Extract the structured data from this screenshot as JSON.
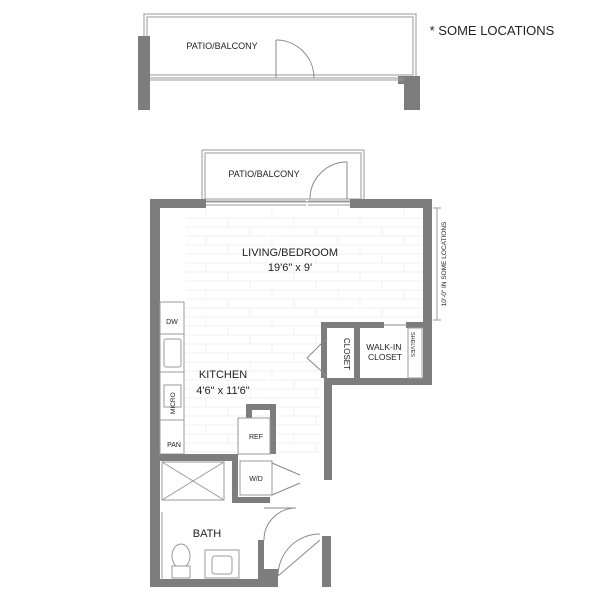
{
  "note": "* SOME LOCATIONS",
  "alt_patio": {
    "label": "PATIO/BALCONY"
  },
  "patio": {
    "label": "PATIO/BALCONY"
  },
  "living": {
    "label": "LIVING/BEDROOM",
    "dims": "19'6\" x 9'"
  },
  "kitchen": {
    "label": "KITCHEN",
    "dims": "4'6\" x 11'6\""
  },
  "appliances": {
    "dw": "DW",
    "micro": "MICRO",
    "pan": "PAN",
    "ref": "REF",
    "wd": "W/D"
  },
  "closet": {
    "label": "CLOSET"
  },
  "walkin": {
    "label": "WALK-IN\nCLOSET",
    "shelves": "SHELVES"
  },
  "bath": {
    "label": "BATH"
  },
  "dimension_note": "10'-0\" IN SOME LOCATIONS",
  "colors": {
    "wall": "#7d7d7d",
    "line": "#9a9a9a",
    "floor_plank": "#ececec",
    "text": "#222222"
  }
}
